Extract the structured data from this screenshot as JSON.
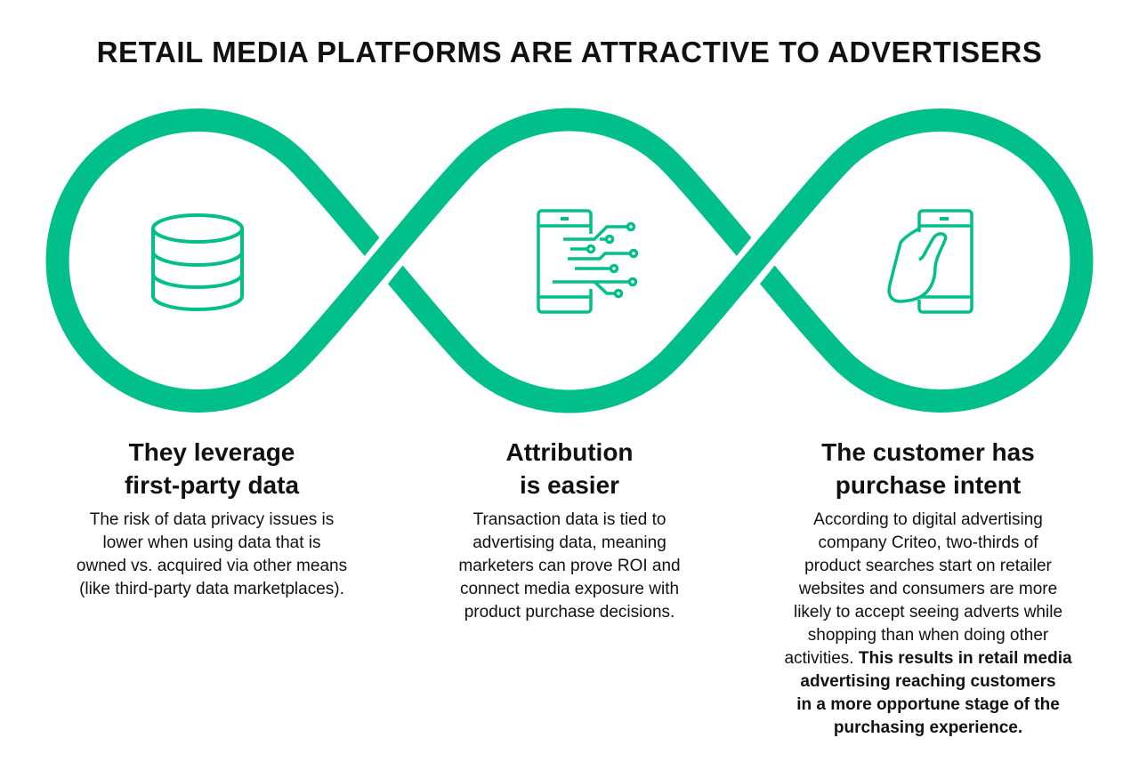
{
  "title": "RETAIL MEDIA PLATFORMS ARE ATTRACTIVE TO ADVERTISERS",
  "colors": {
    "accent": "#00BF8A",
    "text": "#111111"
  },
  "columns": [
    {
      "icon": "database-icon",
      "heading": [
        "They leverage",
        "first-party data"
      ],
      "body": [
        "The risk of data privacy issues is",
        "lower when using data that is",
        "owned vs. acquired via other means",
        "(like third-party data marketplaces)."
      ]
    },
    {
      "icon": "phone-circuit-icon",
      "heading": [
        "Attribution",
        "is easier"
      ],
      "body": [
        "Transaction data is tied to",
        "advertising data, meaning",
        "marketers can prove ROI and",
        "connect media exposure with",
        "product purchase decisions."
      ]
    },
    {
      "icon": "hand-holding-phone-icon",
      "heading": [
        "The customer has",
        "purchase intent"
      ],
      "body": [
        "According to digital advertising",
        "company Criteo, two-thirds of",
        "product searches start on retailer",
        "websites and consumers are more",
        "likely to accept seeing adverts while",
        "shopping than when doing other",
        "activities."
      ],
      "body_bold": [
        "This results in retail media",
        "advertising reaching customers",
        "in a more opportune stage of the",
        "purchasing experience."
      ]
    }
  ]
}
